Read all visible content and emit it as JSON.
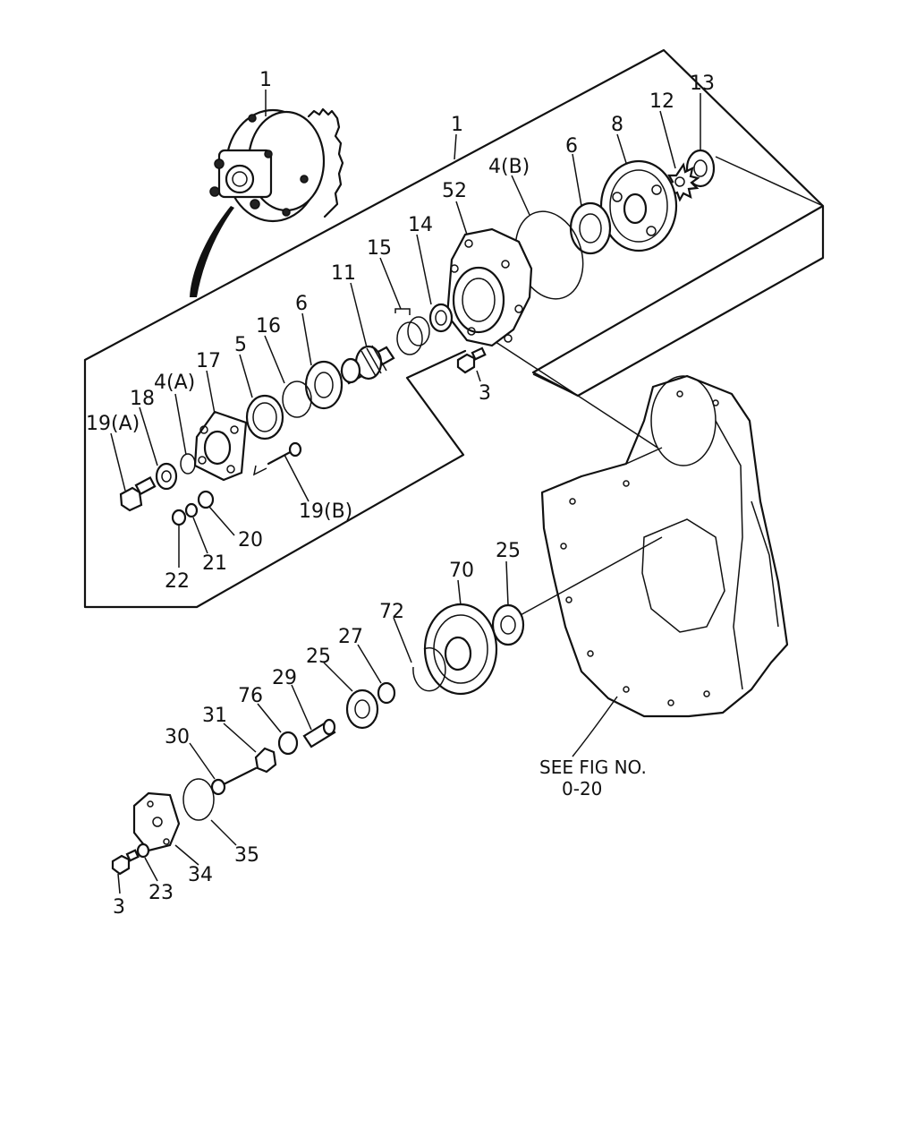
{
  "labels": {
    "p1_assembly": "1",
    "p1_group": "1",
    "p13": "13",
    "p12": "12",
    "p8": "8",
    "p6_upper": "6",
    "p4b": "4(B)",
    "p52": "52",
    "p14": "14",
    "p15": "15",
    "p11": "11",
    "p6_lower": "6",
    "p16": "16",
    "p5": "5",
    "p17": "17",
    "p4a": "4(A)",
    "p18": "18",
    "p19a": "19(A)",
    "p19b": "19(B)",
    "p3_upper": "3",
    "p20": "20",
    "p21": "21",
    "p22": "22",
    "p70": "70",
    "p25_upper": "25",
    "p72": "72",
    "p27": "27",
    "p25_lower": "25",
    "p29": "29",
    "p76": "76",
    "p31": "31",
    "p30": "30",
    "p35": "35",
    "p34": "34",
    "p23": "23",
    "p3_lower": "3"
  },
  "note": {
    "line1": "SEE FIG NO.",
    "line2": "0-20"
  }
}
